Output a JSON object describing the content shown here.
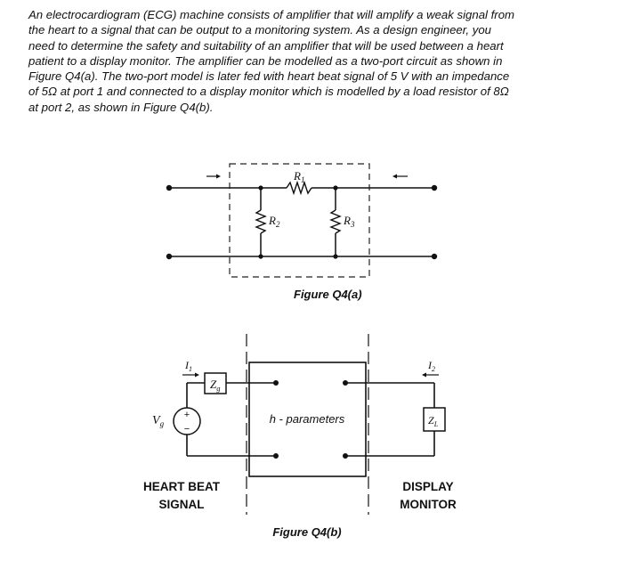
{
  "problem": {
    "lines": [
      "An electrocardiogram (ECG) machine consists of amplifier that will amplify a weak signal from",
      "the heart to a signal that can be output to a monitoring system. As a design engineer, you",
      "need to determine the safety and suitability of an amplifier that will be used between a heart",
      "patient to a display monitor. The amplifier can be modelled as a two-port circuit as shown in",
      "Figure Q4(a). The two-port model is later fed with heart beat signal of  5 V with an impedance",
      "of 5Ω at port 1 and connected to a display monitor which is modelled by a load resistor of 8Ω",
      "at port 2, as shown in Figure Q4(b)."
    ]
  },
  "figure_a": {
    "caption": "Figure Q4(a)",
    "r1": "R",
    "r1_sub": "1",
    "r2": "R",
    "r2_sub": "2",
    "r3": "R",
    "r3_sub": "3"
  },
  "figure_b": {
    "caption": "Figure Q4(b)",
    "block_label": "h - parameters",
    "source_v": "V",
    "source_sub": "g",
    "source_plus": "+",
    "source_minus": "−",
    "zg": "Z",
    "zg_sub": "g",
    "zl": "Z",
    "zl_sub": "L",
    "i1": "I",
    "i1_sub": "1",
    "i2": "I",
    "i2_sub": "2",
    "left_label_1": "HEART BEAT",
    "left_label_2": "SIGNAL",
    "right_label_1": "DISPLAY",
    "right_label_2": "MONITOR"
  }
}
